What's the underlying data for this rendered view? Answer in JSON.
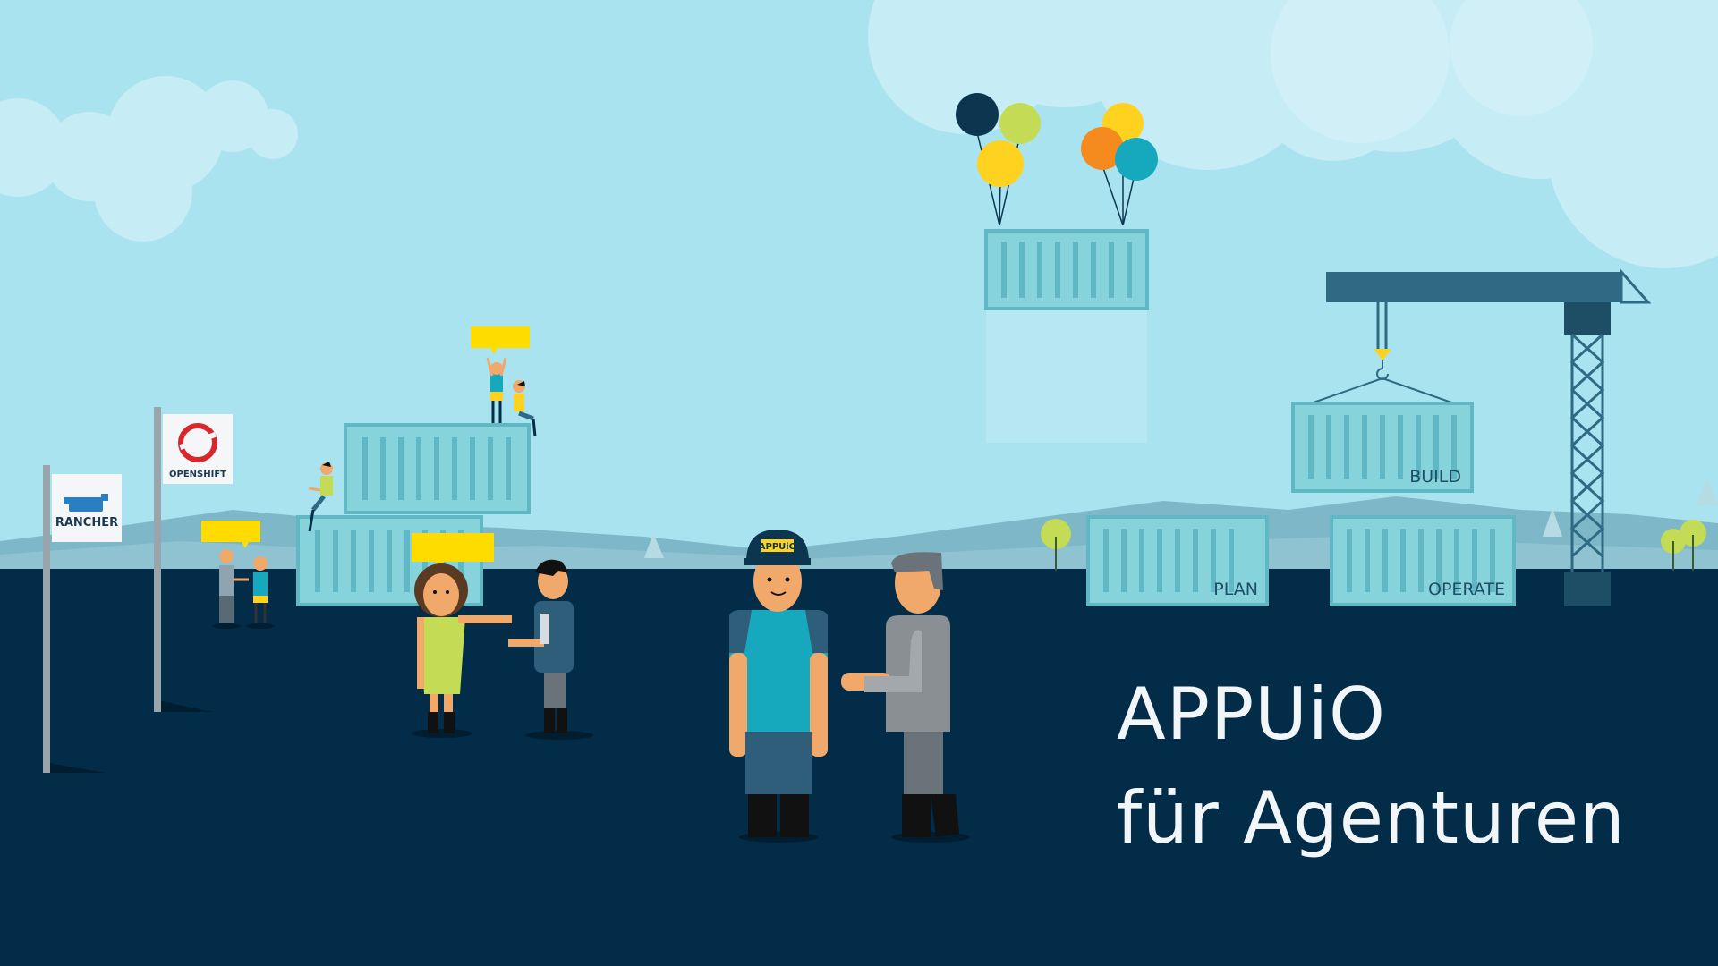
{
  "headline": {
    "line1": "APPUiO",
    "line2": "für Agenturen"
  },
  "flags": [
    {
      "label": "RANCHER",
      "icon": "rancher-logo-icon",
      "color": "#2a7fc1"
    },
    {
      "label": "OPENSHIFT",
      "icon": "openshift-logo-icon",
      "color": "#d9262b"
    }
  ],
  "containers": {
    "build": "BUILD",
    "plan": "PLAN",
    "operate": "OPERATE"
  },
  "helmet_label": "APPUiO",
  "colors": {
    "sky": "#a9e3ef",
    "ground": "#022c47",
    "container": "#86d3db",
    "container_dark": "#5fb8c4",
    "crane": "#2f6a85",
    "speech": "#ffdc00",
    "balloon_yellow": "#ffd21f",
    "balloon_orange": "#f58b1e",
    "balloon_teal": "#16a9bd",
    "balloon_lime": "#c3db55",
    "balloon_navy": "#0c3550"
  }
}
